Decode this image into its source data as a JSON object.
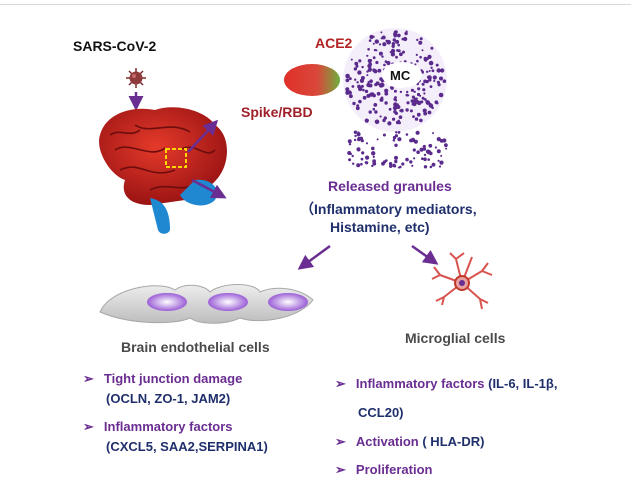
{
  "virus": {
    "label": "SARS-CoV-2"
  },
  "receptor": {
    "ace2": "ACE2",
    "spike": "Spike/RBD",
    "mc": "MC"
  },
  "granules": {
    "title": "Released granules",
    "line1": "（Inflammatory mediators,",
    "line2": "Histamine, etc)"
  },
  "endothelial": {
    "title": "Brain endothelial cells",
    "items": [
      {
        "heading": "Tight junction damage",
        "detail": "(OCLN, ZO-1, JAM2)"
      },
      {
        "heading": "Inflammatory factors",
        "detail": "(CXCL5, SAA2,SERPINA1)"
      }
    ]
  },
  "microglia": {
    "title": "Microglial cells",
    "items": [
      {
        "heading": "Inflammatory factors",
        "detail_inline": " (IL-6, IL-1β,",
        "detail": "CCL20)"
      },
      {
        "heading": "Activation",
        "detail_inline": " ( HLA-DR)"
      },
      {
        "heading": "Proliferation"
      }
    ]
  },
  "bullet_glyph": "➢",
  "colors": {
    "purple": "#6a2d91",
    "navy": "#1f2f6b",
    "red": "#c0392b",
    "ace2_red": "#b22222"
  },
  "icons": [
    "virus-icon",
    "brain-icon",
    "mast-cell-icon",
    "spike-protein-icon",
    "endothelial-cells-icon",
    "microglia-icon"
  ]
}
